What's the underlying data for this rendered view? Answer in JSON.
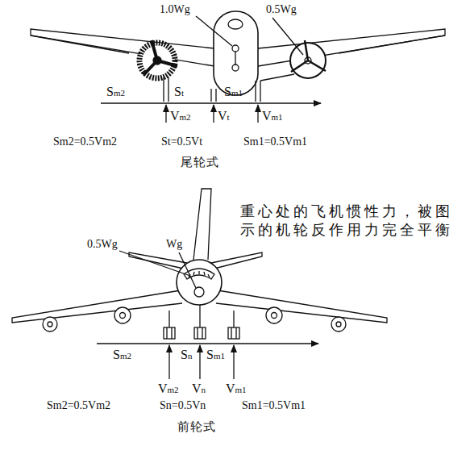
{
  "diagram": {
    "labels": [
      "1.0Wg",
      "0.5Wg",
      "Sm2",
      "St",
      "Sm1",
      "Vm2",
      "Vt",
      "Vm1",
      "Sm2=0.5Vm2",
      "St=0.5Vt",
      "Sm1=0.5Vm1",
      "尾轮式",
      "重心处的飞机惯性力，被图示的机轮反作用力完全平衡",
      "0.5Wg",
      "Wg",
      "Sm2",
      "Sn",
      "Sm1",
      "Vm2",
      "Vn",
      "Vm1",
      "Sm2=0.5Vm2",
      "Sn=0.5Vn",
      "Sm1=0.5Vm1",
      "前轮式"
    ]
  }
}
